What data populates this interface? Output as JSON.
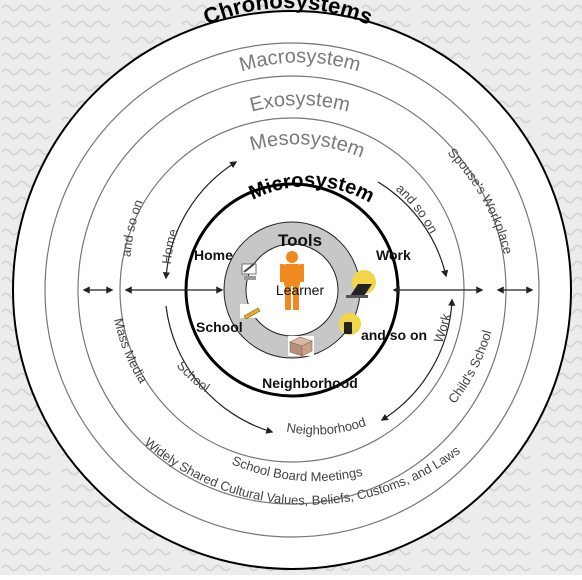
{
  "rings": {
    "chronosystems": "Chronosystems",
    "macrosystem": "Macrosystem",
    "exosystem": "Exosystem",
    "mesosystem": "Mesosystem",
    "microsystem": "Microsystem",
    "tools": "Tools",
    "learner": "Learner"
  },
  "microsystem_items": {
    "home": "Home",
    "work": "Work",
    "school": "School",
    "and_so_on": "and so on",
    "neighborhood": "Neighborhood"
  },
  "mesosystem_items": {
    "home": "Home",
    "and_so_on_left": "and so on",
    "school": "School",
    "neighborhood": "Neighborhood",
    "work": "Work",
    "and_so_on_right": "and so on"
  },
  "exosystem_items": {
    "spouses_workplace": "Spouse's Workplace",
    "mass_media": "Mass Media",
    "childs_school": "Child's School",
    "school_board_meetings": "School Board Meetings"
  },
  "macrosystem_items": {
    "cultural_values": "Widely Shared Cultural Values, Beliefs, Customs, and Laws"
  },
  "icons": [
    "learner-figure-icon",
    "books-icon",
    "pencil-paper-icon",
    "laptop-icon",
    "phone-icon",
    "box-icon"
  ],
  "colors": {
    "background_texture": "#e9e9e9",
    "tools_ring": "#c7c7c7",
    "learner_orange": "#f08a1e",
    "accent_yellow": "#f2d64a"
  }
}
